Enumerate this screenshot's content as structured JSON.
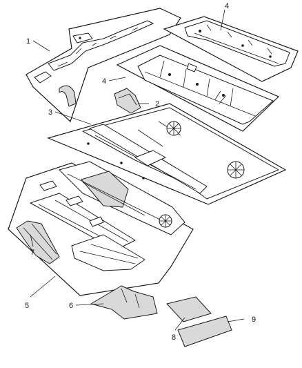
{
  "callouts": {
    "c1": "1",
    "c2": "2",
    "c3": "3",
    "c4a": "4",
    "c4b": "4",
    "c5": "5",
    "c6": "6",
    "c7": "7",
    "c8": "8",
    "c9": "9"
  }
}
